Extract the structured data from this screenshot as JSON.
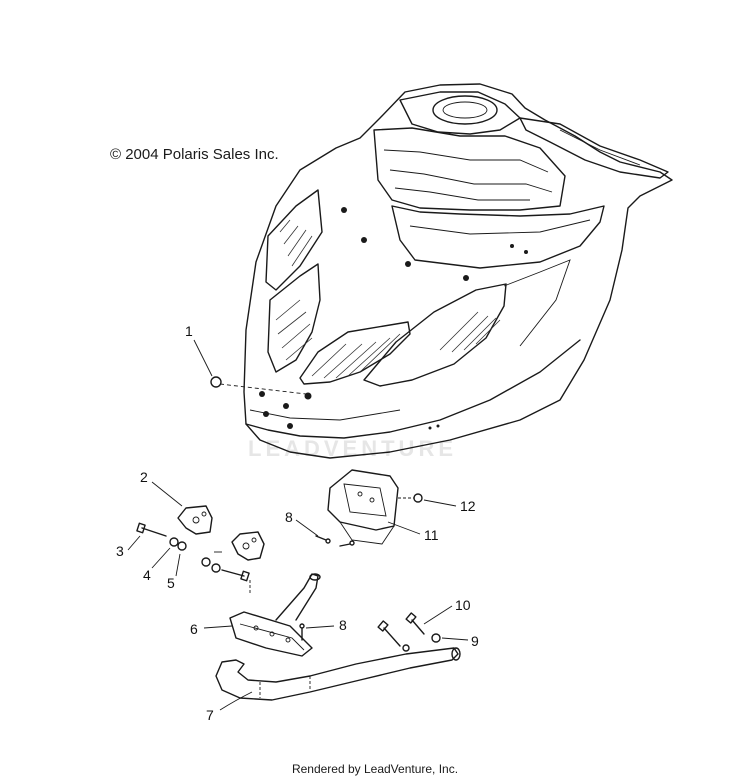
{
  "copyright": "© 2004 Polaris Sales Inc.",
  "watermark": "LEADVENTURE",
  "footer": "Rendered by LeadVenture, Inc.",
  "callouts": [
    "1",
    "2",
    "3",
    "4",
    "5",
    "6",
    "7",
    "8",
    "8",
    "9",
    "10",
    "11",
    "12"
  ]
}
